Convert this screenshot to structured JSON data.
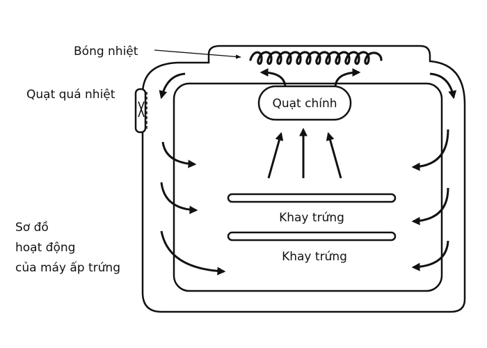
{
  "labels": {
    "heater": "Bóng nhiệt",
    "overheat_fan": "Quạt quá nhiệt",
    "main_fan": "Quạt chính",
    "tray_upper": "Khay trứng",
    "tray_lower": "Khay trứng",
    "caption_line1": "Sơ đồ",
    "caption_line2": "hoạt động",
    "caption_line3": "của máy ấp trứng"
  },
  "colors": {
    "line": "#111111",
    "background": "#ffffff"
  }
}
